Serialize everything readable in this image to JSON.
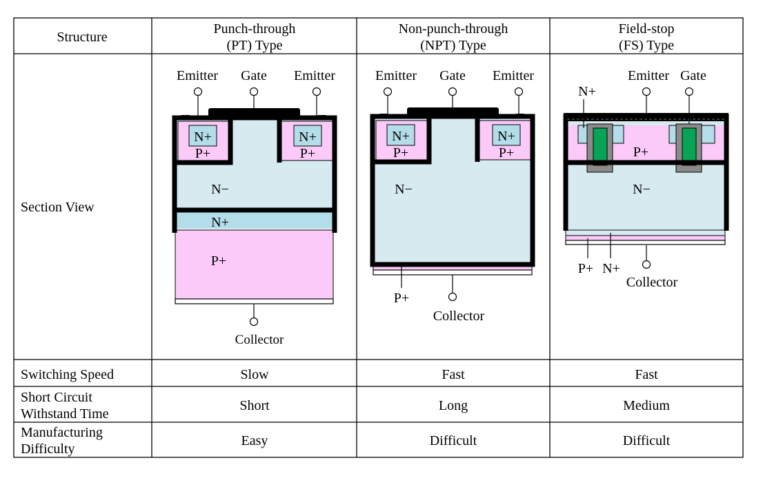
{
  "table": {
    "header": {
      "structure": "Structure",
      "pt": [
        "Punch-through",
        "(PT) Type"
      ],
      "npt": [
        "Non-punch-through",
        "(NPT) Type"
      ],
      "fs": [
        "Field-stop",
        "(FS) Type"
      ]
    },
    "rows": {
      "section_view": "Section View",
      "switching_speed": {
        "label": "Switching Speed",
        "pt": "Slow",
        "npt": "Fast",
        "fs": "Fast"
      },
      "short_circuit": {
        "label": [
          "Short Circuit",
          "Withstand Time"
        ],
        "pt": "Short",
        "npt": "Long",
        "fs": "Medium"
      },
      "manufacturing": {
        "label": [
          "Manufacturing",
          "Difficulty"
        ],
        "pt": "Easy",
        "npt": "Difficult",
        "fs": "Difficult"
      }
    }
  },
  "diagrams": {
    "pt": {
      "emitter_left": "Emitter",
      "gate": "Gate",
      "emitter_right": "Emitter",
      "n_plus_left": "N+",
      "p_plus_left": "P+",
      "n_plus_right": "N+",
      "p_plus_right": "P+",
      "n_minus": "N−",
      "n_buffer": "N+",
      "p_substrate": "P+",
      "collector": "Collector"
    },
    "npt": {
      "emitter_left": "Emitter",
      "gate": "Gate",
      "emitter_right": "Emitter",
      "n_plus_left": "N+",
      "p_plus_left": "P+",
      "n_plus_right": "N+",
      "p_plus_right": "P+",
      "n_minus": "N−",
      "p_collector": "P+",
      "collector": "Collector"
    },
    "fs": {
      "emitter": "Emitter",
      "gate": "Gate",
      "n_plus": "N+",
      "p_plus_body": "P+",
      "n_minus": "N−",
      "p_plus_bottom": "P+",
      "n_plus_bottom": "N+",
      "collector": "Collector"
    }
  },
  "colors": {
    "n_drift": "#d6eaf0",
    "n_plus": "#b3dde8",
    "p_plus": "#fbcaf8",
    "gate_poly": "#08a455",
    "oxide": "#8a8a8a",
    "metal": "#000000",
    "grid": "#000000"
  }
}
